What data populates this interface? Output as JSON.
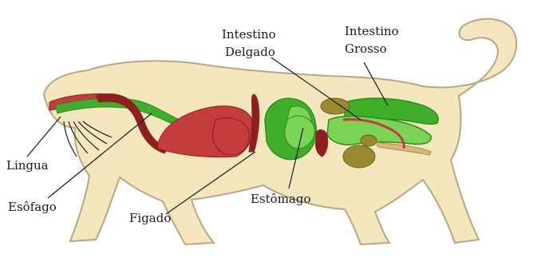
{
  "labels": {
    "tongue": "Lingua",
    "esophagus": "Esôfago",
    "liver": "Figado",
    "stomach": "Estômago",
    "small_intestine_1": "Intestino",
    "small_intestine_2": "Delgado",
    "large_intestine_1": "Intestino",
    "large_intestine_2": "Grosso"
  },
  "colors": {
    "body": "#f4e6bd",
    "outline": "#b8a684",
    "green": "#3fae2a",
    "light_green": "#7cd456",
    "dark_green": "#2e8d22",
    "red": "#c53c3c",
    "dark_red": "#8f1f1f",
    "olive": "#9a8a2f",
    "tan": "#d8b878",
    "line": "#1a1a1a"
  }
}
